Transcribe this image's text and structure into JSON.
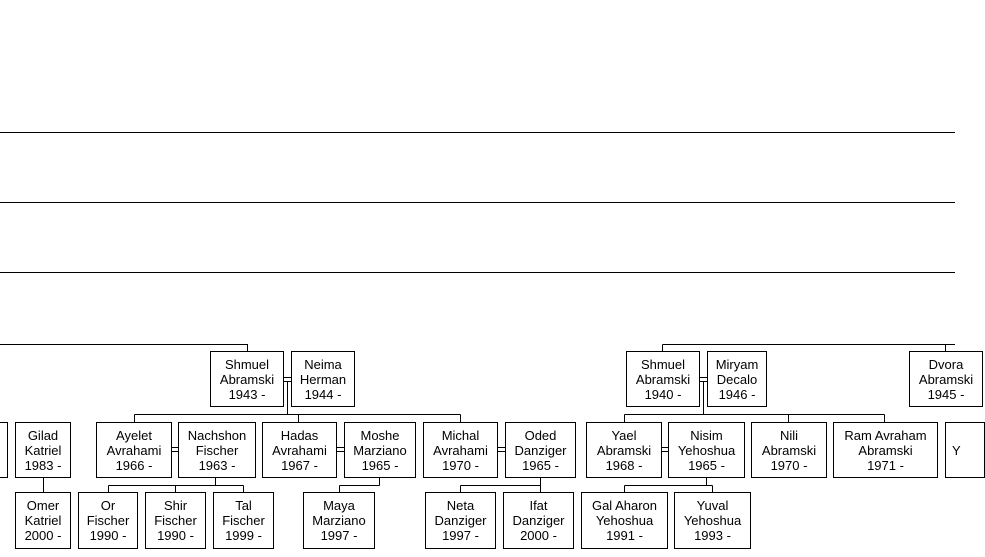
{
  "people": [
    {
      "id": "shmuel1",
      "first": "Shmuel",
      "last": "Abramski",
      "years": "1943 -"
    },
    {
      "id": "neima",
      "first": "Neima",
      "last": "Herman",
      "years": "1944 -"
    },
    {
      "id": "shmuel2",
      "first": "Shmuel",
      "last": "Abramski",
      "years": "1940 -"
    },
    {
      "id": "miryam",
      "first": "Miryam",
      "last": "Decalo",
      "years": "1946 -"
    },
    {
      "id": "dvora",
      "first": "Dvora",
      "last": "Abramski",
      "years": "1945 -"
    },
    {
      "id": "gilad",
      "first": "Gilad",
      "last": "Katriel",
      "years": "1983 -"
    },
    {
      "id": "ayelet",
      "first": "Ayelet",
      "last": "Avrahami",
      "years": "1966 -"
    },
    {
      "id": "nachshon",
      "first": "Nachshon",
      "last": "Fischer",
      "years": "1963 -"
    },
    {
      "id": "hadas",
      "first": "Hadas",
      "last": "Avrahami",
      "years": "1967 -"
    },
    {
      "id": "moshe",
      "first": "Moshe",
      "last": "Marziano",
      "years": "1965 -"
    },
    {
      "id": "michal",
      "first": "Michal",
      "last": "Avrahami",
      "years": "1970 -"
    },
    {
      "id": "oded",
      "first": "Oded",
      "last": "Danziger",
      "years": "1965 -"
    },
    {
      "id": "yael",
      "first": "Yael",
      "last": "Abramski",
      "years": "1968 -"
    },
    {
      "id": "nisim",
      "first": "Nisim",
      "last": "Yehoshua",
      "years": "1965 -"
    },
    {
      "id": "nili",
      "first": "Nili",
      "last": "Abramski",
      "years": "1970 -"
    },
    {
      "id": "ram",
      "first": "Ram Avraham",
      "last": "Abramski",
      "years": "1971 -"
    },
    {
      "id": "yedge",
      "first": "Y",
      "last": "",
      "years": ""
    },
    {
      "id": "omer",
      "first": "Omer",
      "last": "Katriel",
      "years": "2000 -"
    },
    {
      "id": "or",
      "first": "Or",
      "last": "Fischer",
      "years": "1990 -"
    },
    {
      "id": "shir",
      "first": "Shir",
      "last": "Fischer",
      "years": "1990 -"
    },
    {
      "id": "tal",
      "first": "Tal",
      "last": "Fischer",
      "years": "1999 -"
    },
    {
      "id": "maya",
      "first": "Maya",
      "last": "Marziano",
      "years": "1997 -"
    },
    {
      "id": "neta",
      "first": "Neta",
      "last": "Danziger",
      "years": "1997 -"
    },
    {
      "id": "ifat",
      "first": "Ifat",
      "last": "Danziger",
      "years": "2000 -"
    },
    {
      "id": "galaharon",
      "first": "Gal Aharon",
      "last": "Yehoshua",
      "years": "1991 -"
    },
    {
      "id": "yuval",
      "first": "Yuval",
      "last": "Yehoshua",
      "years": "1993 -"
    }
  ]
}
